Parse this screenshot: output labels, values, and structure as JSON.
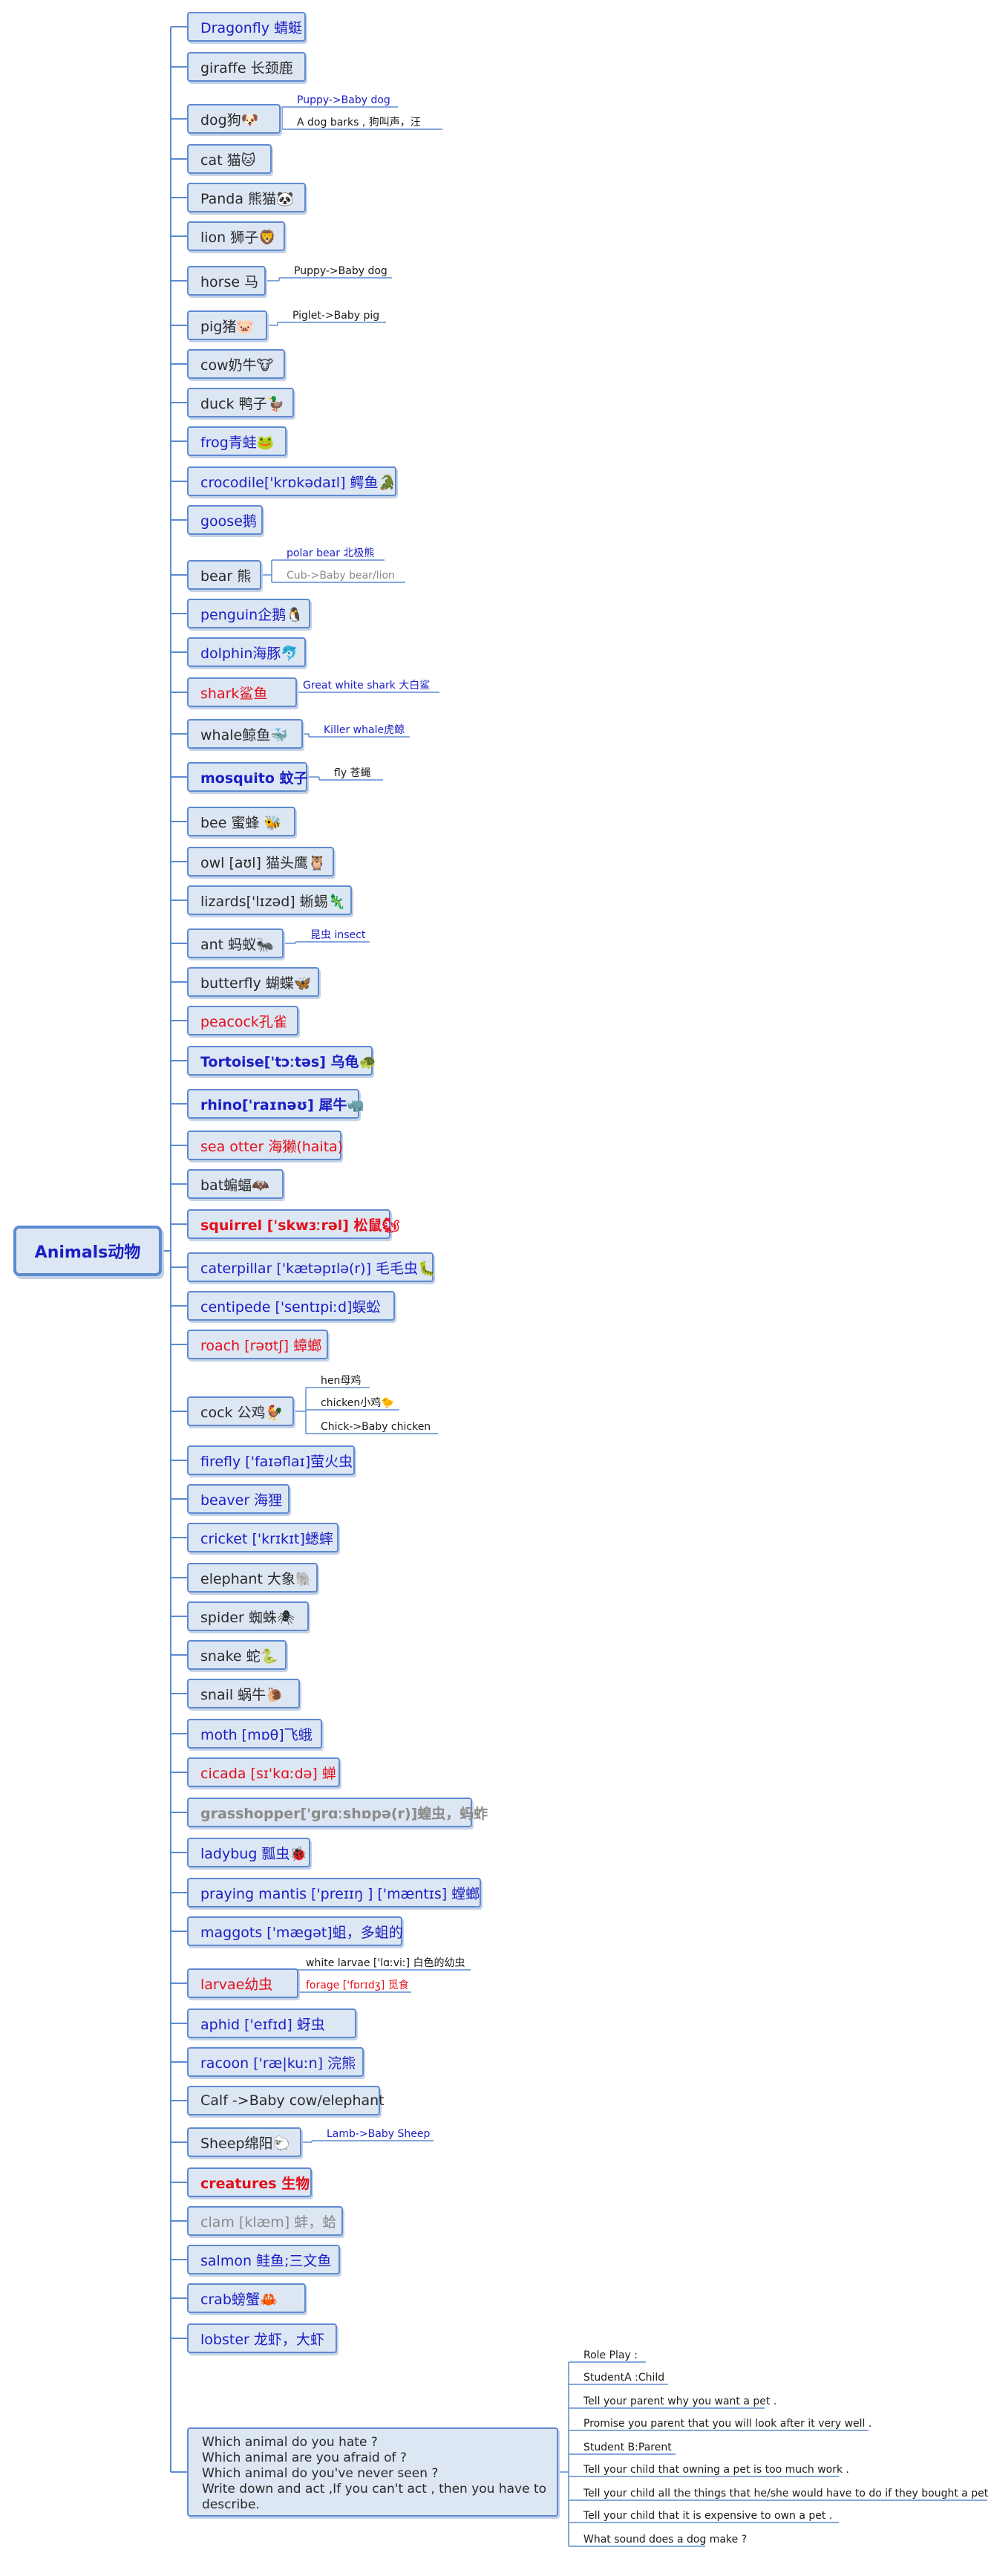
{
  "root": "Animals动物",
  "colors": {
    "line": "#5e8ad1",
    "node_fill": "#dde6f3",
    "blue_text": "#1a1fc4",
    "red_text": "#e3101a"
  },
  "nodes": [
    {
      "label": "Dragonfly 蜻蜓",
      "style": "blue"
    },
    {
      "label": "giraffe 长颈鹿",
      "style": "black"
    },
    {
      "label": "dog狗🐶",
      "style": "black"
    },
    {
      "label": "cat 猫🐱",
      "style": "black"
    },
    {
      "label": "Panda 熊猫🐼",
      "style": "black"
    },
    {
      "label": "lion 狮子🦁",
      "style": "black"
    },
    {
      "label": "horse 马",
      "style": "black"
    },
    {
      "label": "pig猪🐷",
      "style": "black"
    },
    {
      "label": "cow奶牛🐮",
      "style": "black"
    },
    {
      "label": "duck 鸭子🦆",
      "style": "black"
    },
    {
      "label": "frog青蛙🐸",
      "style": "blue"
    },
    {
      "label": "crocodile['krɒkədaɪl] 鳄鱼🐊",
      "style": "blue"
    },
    {
      "label": "goose鹅",
      "style": "blue"
    },
    {
      "label": "bear 熊",
      "style": "black"
    },
    {
      "label": "penguin企鹅🐧",
      "style": "blue"
    },
    {
      "label": "dolphin海豚🐬",
      "style": "blue"
    },
    {
      "label": "shark鲨鱼",
      "style": "red"
    },
    {
      "label": "whale鲸鱼🐳",
      "style": "black"
    },
    {
      "label": "mosquito 蚊子",
      "style": "blue bold"
    },
    {
      "label": "bee 蜜蜂 🐝",
      "style": "black"
    },
    {
      "label": "owl [aʊl] 猫头鹰🦉",
      "style": "black"
    },
    {
      "label": "lizards['lɪzəd] 蜥蜴🦎",
      "style": "black"
    },
    {
      "label": "ant 蚂蚁🐜",
      "style": "black"
    },
    {
      "label": "butterfly 蝴蝶🦋",
      "style": "black"
    },
    {
      "label": "peacock孔雀",
      "style": "red"
    },
    {
      "label": "Tortoise['tɔːtəs] 乌龟🐢",
      "style": "blue bold"
    },
    {
      "label": "rhino['raɪnəʊ] 犀牛🦏",
      "style": "blue bold"
    },
    {
      "label": "sea otter 海獭(haita)",
      "style": "red"
    },
    {
      "label": "bat蝙蝠🦇",
      "style": "black"
    },
    {
      "label": "squirrel ['skwɜːrəl] 松鼠🐿",
      "style": "red bold"
    },
    {
      "label": "caterpillar ['kætəpɪlə(r)] 毛毛虫🐛",
      "style": "blue"
    },
    {
      "label": "centipede ['sentɪpiːd]蜈蚣",
      "style": "blue"
    },
    {
      "label": "roach [rəʊtʃ] 蟑螂",
      "style": "red"
    },
    {
      "label": "cock 公鸡🐓",
      "style": "black"
    },
    {
      "label": "firefly ['faɪəflaɪ]萤火虫",
      "style": "blue"
    },
    {
      "label": "beaver 海狸",
      "style": "blue"
    },
    {
      "label": "cricket ['krɪkɪt]蟋蟀",
      "style": "blue"
    },
    {
      "label": "elephant 大象🐘",
      "style": "black"
    },
    {
      "label": "spider 蜘蛛🕷",
      "style": "black"
    },
    {
      "label": "snake 蛇🐍",
      "style": "black"
    },
    {
      "label": "snail  蜗牛🐌",
      "style": "black"
    },
    {
      "label": "moth [mɒθ]飞蛾",
      "style": "blue"
    },
    {
      "label": "cicada [sɪ'kɑːdə] 蝉",
      "style": "red"
    },
    {
      "label": "grasshopper['grɑːshɒpə(r)]蝗虫，蚂蚱",
      "style": "gray bold"
    },
    {
      "label": "ladybug  瓢虫🐞",
      "style": "blue"
    },
    {
      "label": "praying mantis  ['preɪɪŋ ] ['mæntɪs] 螳螂",
      "style": "blue"
    },
    {
      "label": "maggots ['mægət]蛆，多蛆的",
      "style": "blue"
    },
    {
      "label": "larvae幼虫",
      "style": "red"
    },
    {
      "label": "aphid ['eɪfɪd] 蚜虫",
      "style": "blue"
    },
    {
      "label": "racoon ['ræ|kuːn]  浣熊",
      "style": "blue"
    },
    {
      "label": "Calf ->Baby cow/elephant",
      "style": "black"
    },
    {
      "label": "Sheep绵阳🐑",
      "style": "black"
    },
    {
      "label": "creatures 生物",
      "style": "red bold"
    },
    {
      "label": "clam [klæm] 蚌，蛤",
      "style": "gray"
    },
    {
      "label": "salmon 鲑鱼;三文鱼",
      "style": "blue"
    },
    {
      "label": "crab螃蟹🦀",
      "style": "blue"
    },
    {
      "label": " lobster 龙虾，大虾",
      "style": "blue"
    }
  ],
  "children": {
    "dog": [
      "Puppy->Baby dog",
      "A dog barks , 狗叫声，汪"
    ],
    "horse": [
      "Puppy->Baby dog"
    ],
    "pig": [
      "Piglet->Baby pig"
    ],
    "bear": [
      "polar bear 北极熊",
      "Cub->Baby bear/lion"
    ],
    "shark": [
      "Great white shark 大白鲨"
    ],
    "whale": [
      "Killer whale虎鲸"
    ],
    "mosquito": [
      "fly 苍蝇"
    ],
    "ant": [
      "昆虫 insect"
    ],
    "cock": [
      "hen母鸡",
      "chicken小鸡🐤",
      "Chick->Baby chicken"
    ],
    "larvae": [
      "white larvae ['lɑːviː] 白色的幼虫",
      "forage ['fɒrɪdʒ] 觅食"
    ],
    "sheep": [
      "Lamb->Baby Sheep"
    ]
  },
  "final_node": {
    "lines": [
      "Which animal do you hate ?",
      "Which animal are you afraid of ?",
      "Which animal do you've never seen ?",
      "Write down and act ,If you can't act , then you have to",
      "describe."
    ]
  },
  "final_children": [
    "Role Play :",
    "StudentA :Child",
    "Tell your parent why you want a pet .",
    "Promise you parent that you will look after it very well .",
    "Student B:Parent",
    "Tell your child that owning a pet is too much work .",
    "Tell your child all the things that he/she would have to do if they bought a pet .",
    "Tell your child that it is expensive to own a pet .",
    "What sound does a dog make ?"
  ]
}
